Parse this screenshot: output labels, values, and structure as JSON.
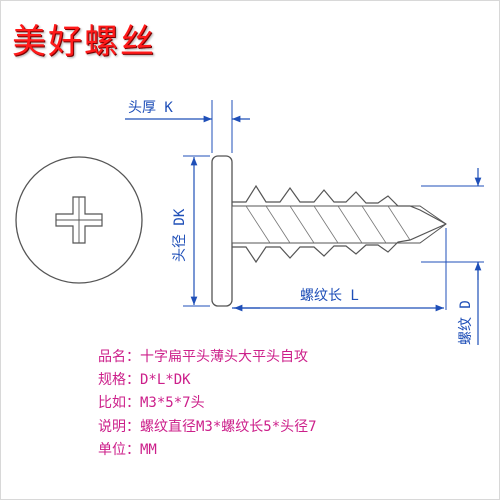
{
  "brand": {
    "title": "美好螺丝"
  },
  "labels": {
    "head_thickness": "头厚 K",
    "head_diameter": "头径 DK",
    "thread_length": "螺纹长 L",
    "thread_diameter": "螺纹 D"
  },
  "specs": [
    {
      "label": "品名：",
      "value": "十字扁平头薄头大平头自攻"
    },
    {
      "label": "规格：",
      "value": "D*L*DK"
    },
    {
      "label": "比如：",
      "value": "M3*5*7头"
    },
    {
      "label": "说明：",
      "value": "螺纹直径M3*螺纹长5*头径7"
    },
    {
      "label": "单位：",
      "value": "MM"
    }
  ],
  "colors": {
    "brand": "#ff1a1a",
    "dimension": "#1f4fb8",
    "spec_text": "#cc1f8a",
    "outline": "#555555"
  },
  "icons": {
    "head_recess": "phillips-cross-icon"
  }
}
